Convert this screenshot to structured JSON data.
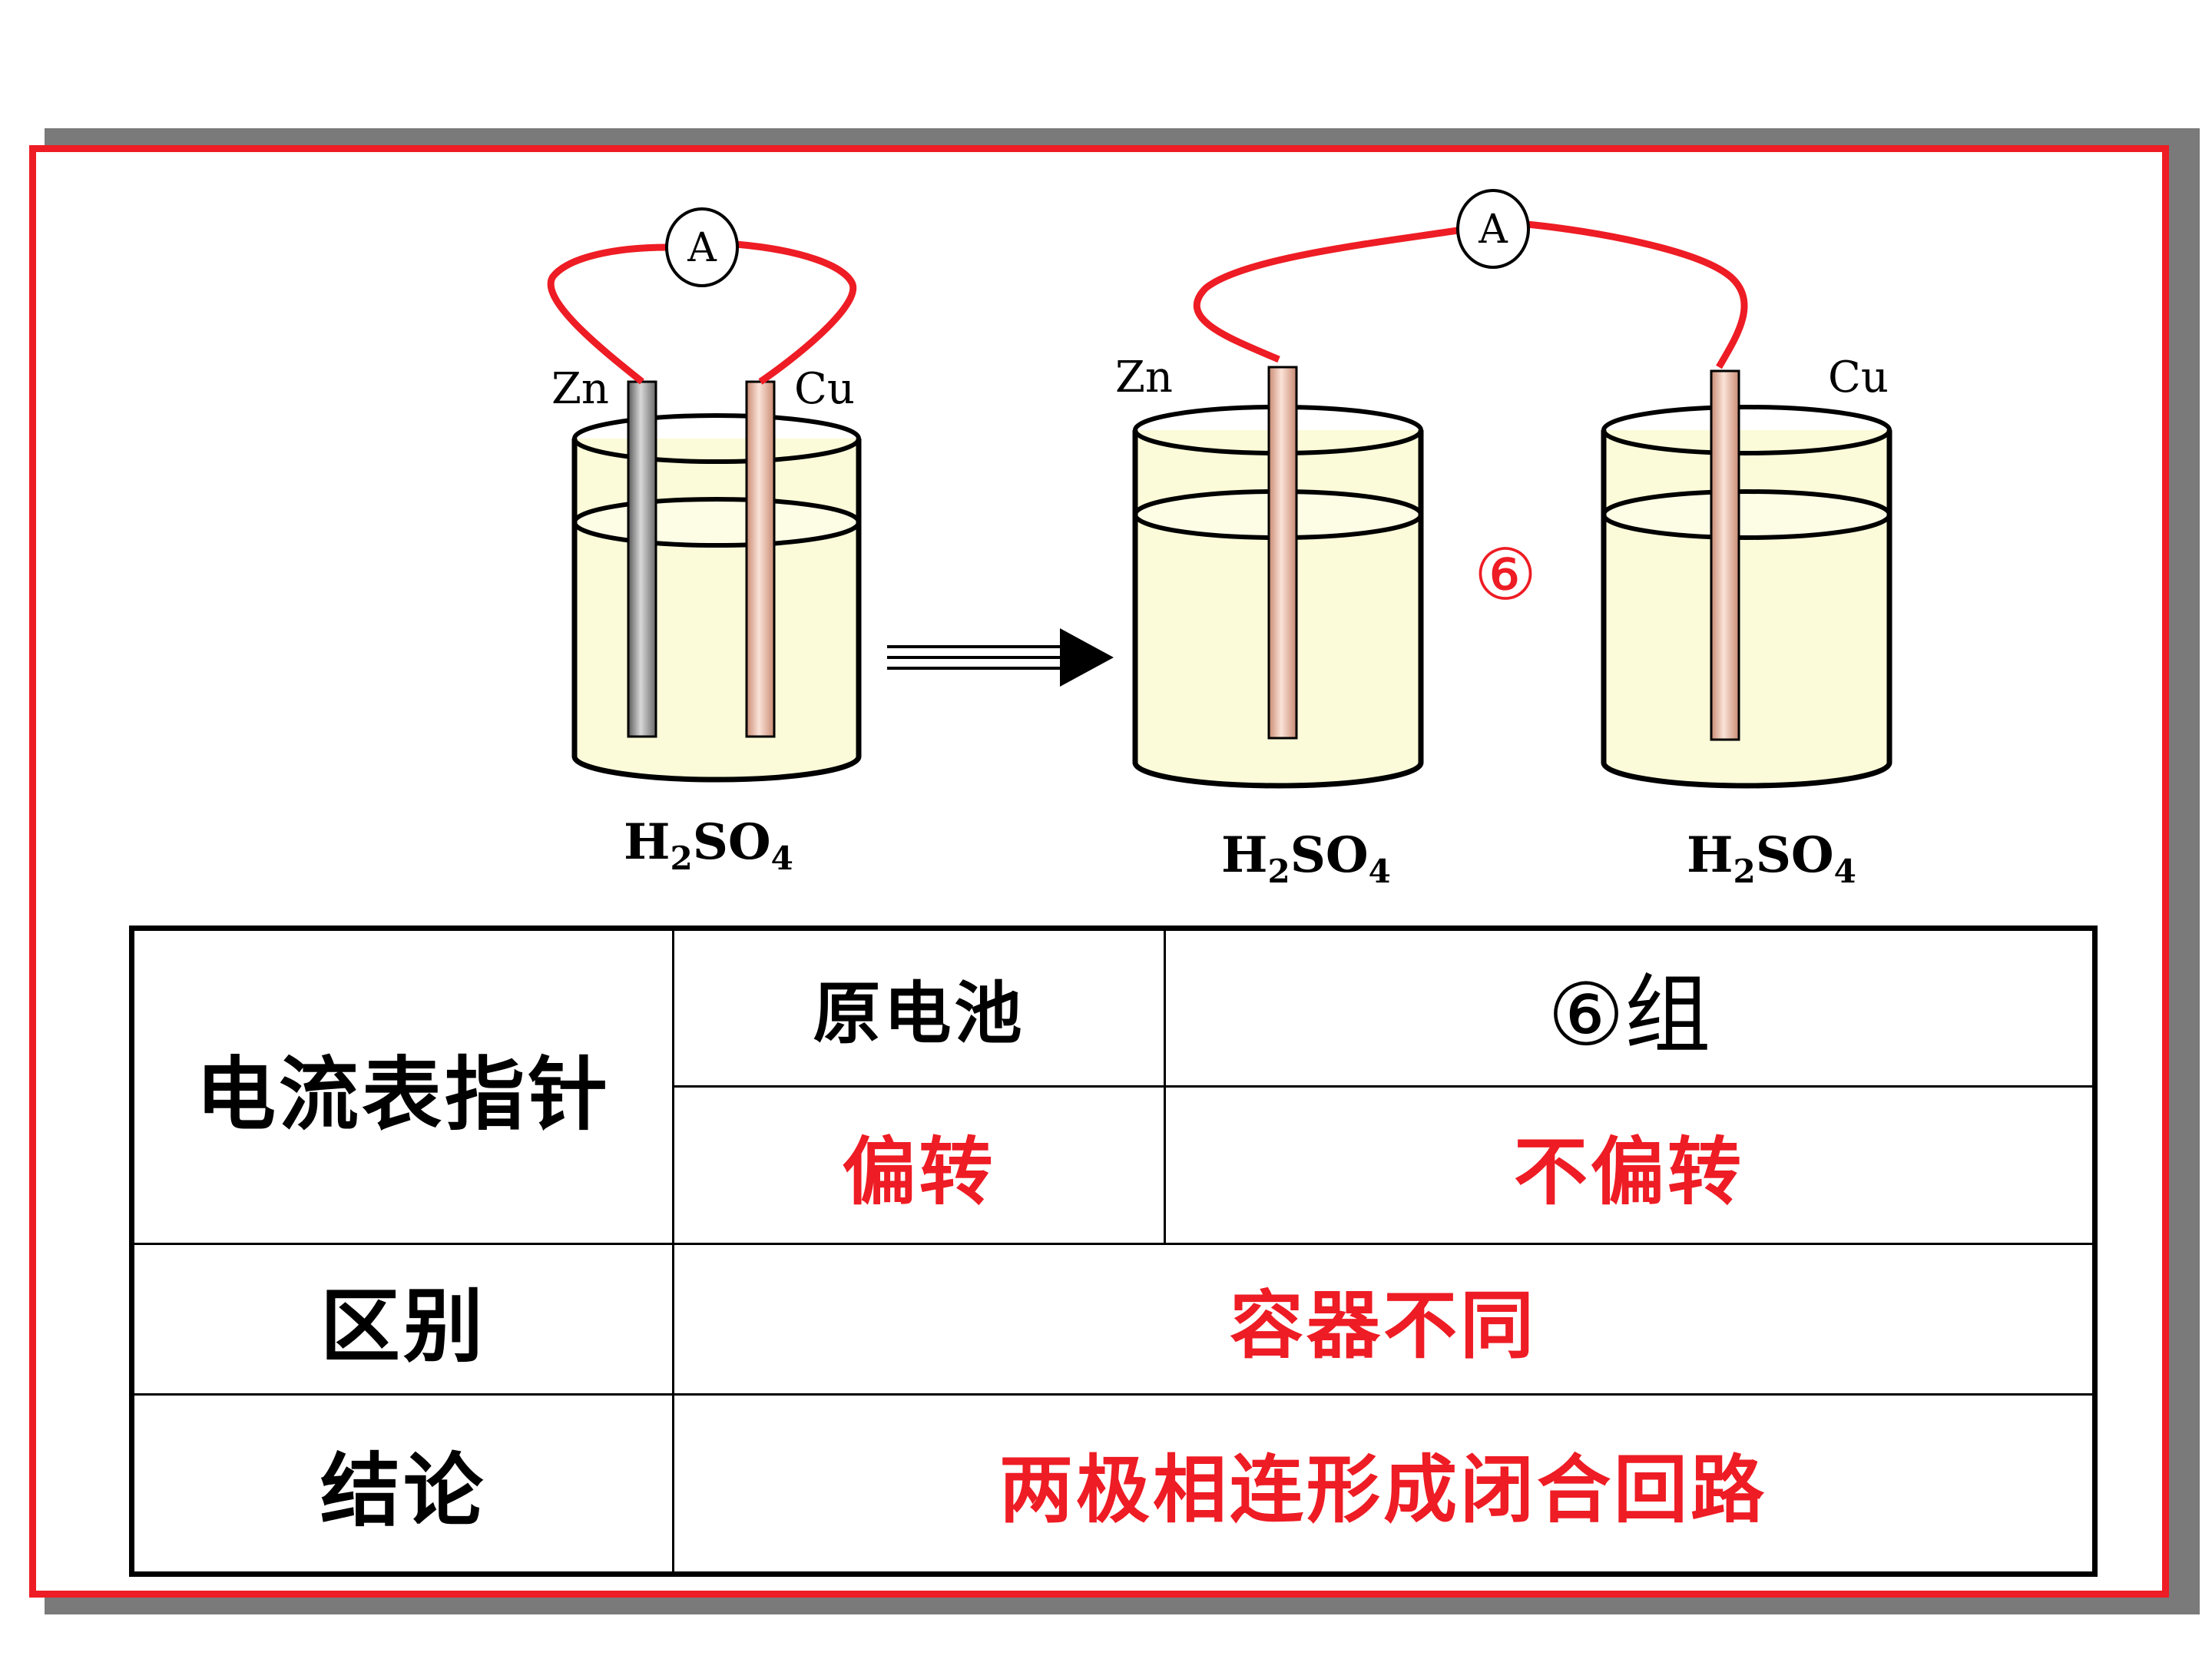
{
  "diagram": {
    "left_setup": {
      "ammeter_label": "A",
      "electrode_left_label": "Zn",
      "electrode_right_label": "Cu",
      "solution_label": "H2SO4"
    },
    "right_setup": {
      "ammeter_label": "A",
      "electrode_left_label": "Zn",
      "electrode_right_label": "Cu",
      "solution_left_label": "H2SO4",
      "solution_right_label": "H2SO4",
      "group_marker": "⑥"
    },
    "colors": {
      "wire": "#ee1c24",
      "solution": "#fbfbd9",
      "zinc": "#9a9a9a",
      "copper": "#e8b4a0",
      "frame": "#ee1c24",
      "answer_text": "#ee1c24"
    }
  },
  "table": {
    "row1_header": "电流表指针",
    "col_a_header": "原电池",
    "col_b_header": "⑥组",
    "col_a_value": "偏转",
    "col_b_value": "不偏转",
    "row2_header": "区别",
    "row2_value": "容器不同",
    "row3_header": "结论",
    "row3_value": "两极相连形成闭合回路"
  }
}
